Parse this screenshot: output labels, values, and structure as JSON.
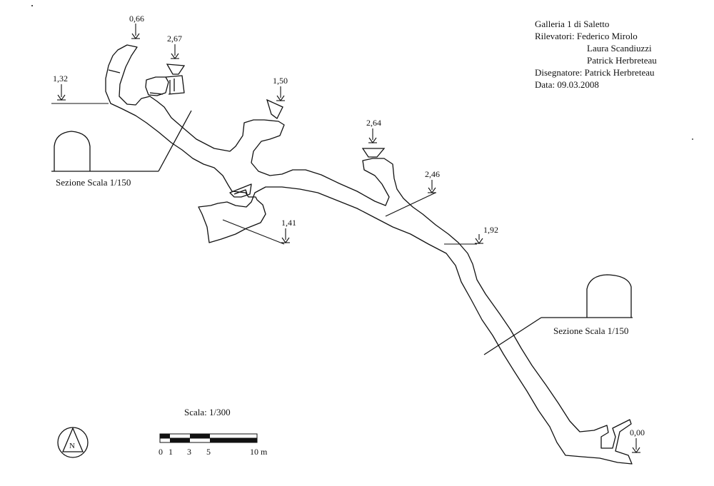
{
  "title_block": {
    "title": "Galleria 1 di Saletto",
    "surveyors_label": "Rilevatori:",
    "surveyors": [
      "Federico Mirolo",
      "Laura Scandiuzzi",
      "Patrick Herbreteau"
    ],
    "drawer_label": "Disegnatore:",
    "drawer": "Patrick Herbreteau",
    "date_label": "Data:",
    "date": "09.03.2008"
  },
  "depth_markers": [
    {
      "id": "d066",
      "label": "0,66"
    },
    {
      "id": "d267",
      "label": "2,67"
    },
    {
      "id": "d132",
      "label": "1,32"
    },
    {
      "id": "d150",
      "label": "1,50"
    },
    {
      "id": "d264",
      "label": "2,64"
    },
    {
      "id": "d246",
      "label": "2,46"
    },
    {
      "id": "d141",
      "label": "1,41"
    },
    {
      "id": "d192",
      "label": "1,92"
    },
    {
      "id": "d000",
      "label": "0,00"
    }
  ],
  "sections": [
    {
      "label": "Sezione Scala 1/150"
    },
    {
      "label": "Sezione Scala 1/150"
    }
  ],
  "scale": {
    "label": "Scala: 1/300",
    "ticks": [
      "0",
      "1",
      "3",
      "5",
      "10 m"
    ]
  },
  "north_arrow": {
    "label": "N",
    "icon": "north-arrow-icon"
  }
}
